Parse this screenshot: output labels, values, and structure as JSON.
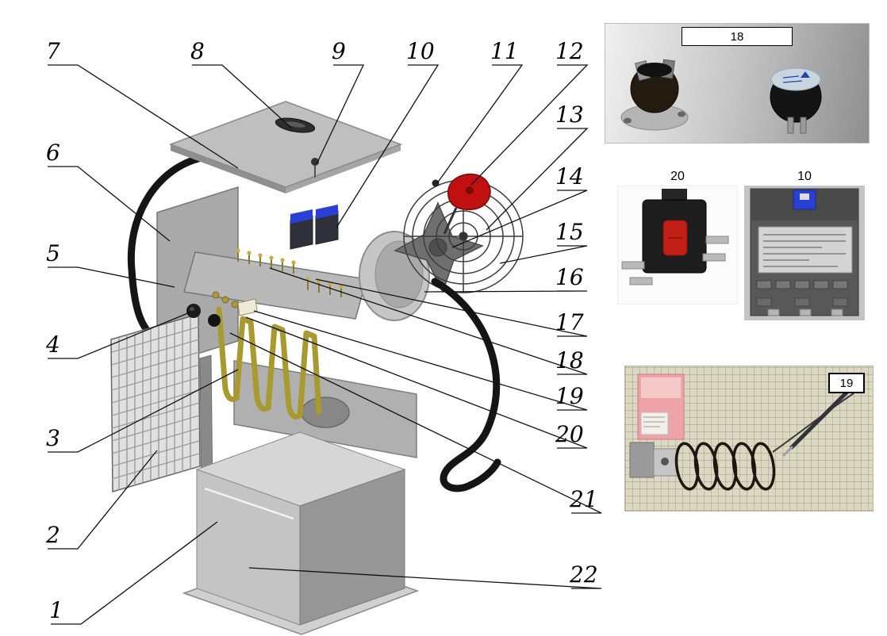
{
  "figure": {
    "callout_numbers": [
      "1",
      "2",
      "3",
      "4",
      "5",
      "6",
      "7",
      "8",
      "9",
      "10",
      "11",
      "12",
      "13",
      "14",
      "15",
      "16",
      "17",
      "18",
      "19",
      "20",
      "21",
      "22"
    ]
  },
  "insets": {
    "thermostats": {
      "label": "18"
    },
    "switch": {
      "label": "20"
    },
    "contactor": {
      "label": "10"
    },
    "capillary_thermostat": {
      "label": "19"
    }
  },
  "colors": {
    "motor_red": "#c01010",
    "switch_red": "#c22016",
    "heating_coil": "#a99a2f",
    "contactor_blue": "#2a3fd4"
  }
}
